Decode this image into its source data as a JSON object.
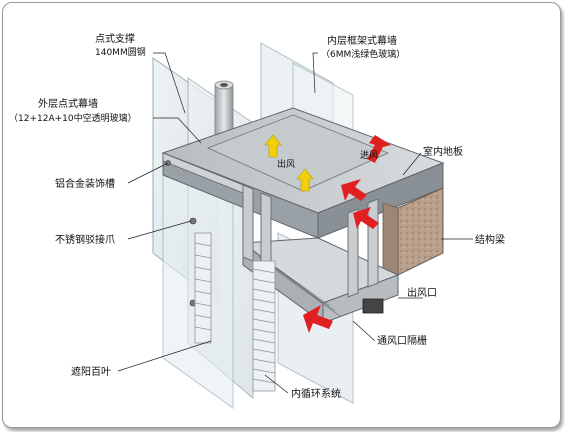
{
  "labels": {
    "dot_support": "点式支撑",
    "dot_support_sub": "140MM圆钢",
    "outer_wall": "外层点式幕墙",
    "outer_wall_sub": "（12+12A+10中空透明玻璃）",
    "inner_wall": "内层框架式幕墙",
    "inner_wall_sub": "（6MM浅绿色玻璃）",
    "aluminum_trough": "铝合金装饰槽",
    "steel_claw": "不锈钢驳接爪",
    "blinds": "遮阳百叶",
    "circulation": "内循环系统",
    "indoor_floor": "室内地板",
    "structural_beam": "结构梁",
    "air_outlet_right": "出风口",
    "vent_grille": "通风口隔栅",
    "arrow_air_out": "出风",
    "arrow_air_in": "进风"
  },
  "colors": {
    "line": "#3a3a3a",
    "glass": "#dfe8ec",
    "glass_edge": "#8fa4ad",
    "frame": "#c8c8c8",
    "slab": "#9aa1a6",
    "beam": "#a78f7d",
    "arrow_red": "#e02020",
    "arrow_yellow": "#f2d10a",
    "cylinder": "#bfc3c6"
  }
}
